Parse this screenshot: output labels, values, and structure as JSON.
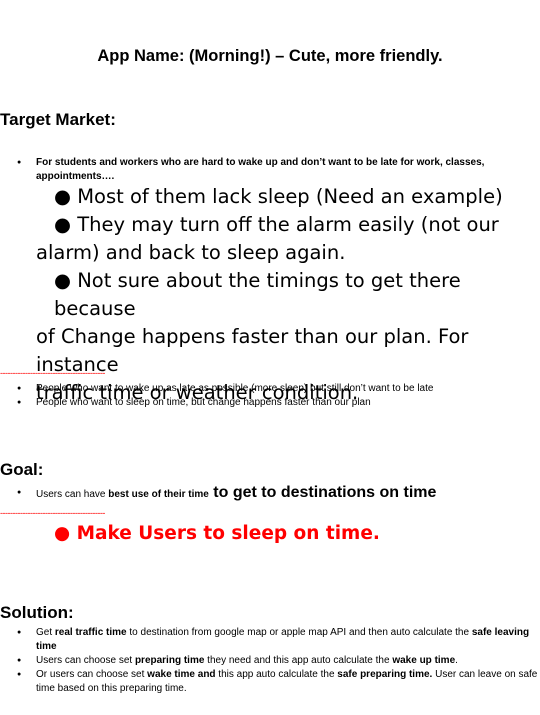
{
  "title": "App Name: (Morning!) – Cute, more friendly.",
  "target_market": {
    "heading": "Target Market:",
    "bullet_1": "For students and workers who are hard to wake up and don’t want to be late for work, classes, appointments….",
    "sub_points": [
      "● Most of them lack sleep (Need an example)",
      "● They may turn off the alarm easily (not our",
      "alarm) and back to sleep again.",
      "● Not sure about the timings to get there because",
      "of Change happens faster than our plan. For instance",
      "traffic time or weather condition."
    ],
    "separator": "------------------------------------------",
    "extra_bullets": [
      "People who want to wake up as late as possible (more sleep) but still don’t want to be late",
      "People who want to sleep on time, but change happens faster than our plan"
    ]
  },
  "goal": {
    "heading": "Goal:",
    "bullet_prefix": "Users can have ",
    "bullet_mid": "best use of their time",
    "bullet_big": " to get to destinations on time",
    "separator": "------------------------------------------",
    "highlight": "● Make Users to sleep on time."
  },
  "solution": {
    "heading": "Solution:",
    "bullet_1": {
      "a": "Get ",
      "b": "real traffic time",
      "c": " to destination from google map or apple map API and then auto calculate the ",
      "d": "safe leaving time"
    },
    "bullet_2": {
      "a": "Users can choose set ",
      "b": "preparing time",
      "c": " they need and this app auto calculate the ",
      "d": "wake up time",
      "e": "."
    },
    "bullet_3": {
      "a": "Or users can choose set ",
      "b": "wake time and",
      "c": " this app auto calculate the ",
      "d": "safe preparing time.",
      "e": "  User can leave on safe time based on this preparing time."
    }
  },
  "colors": {
    "accent_red": "#ff0000",
    "text": "#000000",
    "background": "#ffffff"
  }
}
